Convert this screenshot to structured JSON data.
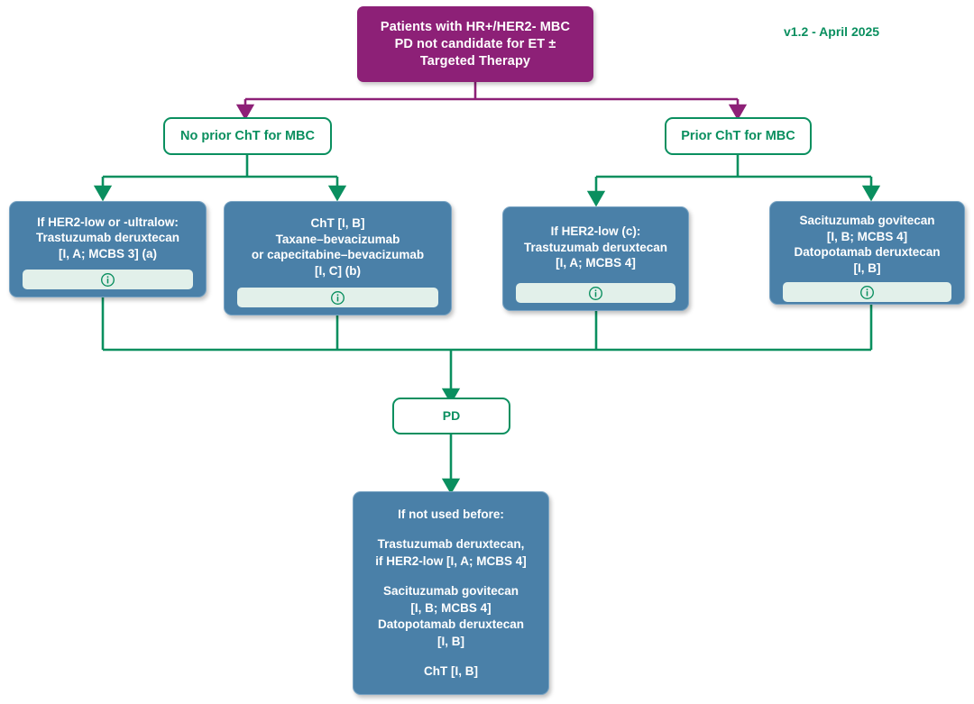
{
  "meta": {
    "version_label": "v1.2 - April 2025",
    "accent_green": "#0a8f5f",
    "accent_purple": "#8d2077",
    "accent_blue": "#4a80a8",
    "info_strip_bg": "#e2f0ea"
  },
  "nodes": {
    "root": {
      "lines": [
        "Patients with HR+/HER2- MBC",
        "PD not candidate for ET ±",
        "Targeted Therapy"
      ]
    },
    "branch_left": {
      "label": "No prior ChT for MBC"
    },
    "branch_right": {
      "label": "Prior ChT for MBC"
    },
    "treatment_1": {
      "lines": [
        "If HER2-low or -ultralow:",
        "Trastuzumab deruxtecan",
        "[I, A; MCBS 3] (a)"
      ],
      "info": "i"
    },
    "treatment_2": {
      "lines": [
        "ChT [I, B]",
        "Taxane–bevacizumab",
        "or capecitabine–bevacizumab",
        "[I, C] (b)"
      ],
      "info": "i"
    },
    "treatment_3": {
      "lines": [
        "If HER2-low (c):",
        "Trastuzumab deruxtecan",
        "[I, A; MCBS 4]"
      ],
      "info": "i"
    },
    "treatment_4": {
      "lines": [
        "Sacituzumab govitecan",
        "[I, B; MCBS 4]",
        "Datopotamab deruxtecan",
        "[I, B]"
      ],
      "info": "i"
    },
    "progression": {
      "label": "PD"
    },
    "final": {
      "lines": [
        "If not used before:",
        "",
        "Trastuzumab deruxtecan,",
        "if HER2-low [I, A; MCBS 4]",
        "",
        "Sacituzumab govitecan",
        "[I, B; MCBS 4]",
        "Datopotamab deruxtecan",
        "[I, B]",
        "",
        "ChT [I, B]"
      ]
    }
  }
}
